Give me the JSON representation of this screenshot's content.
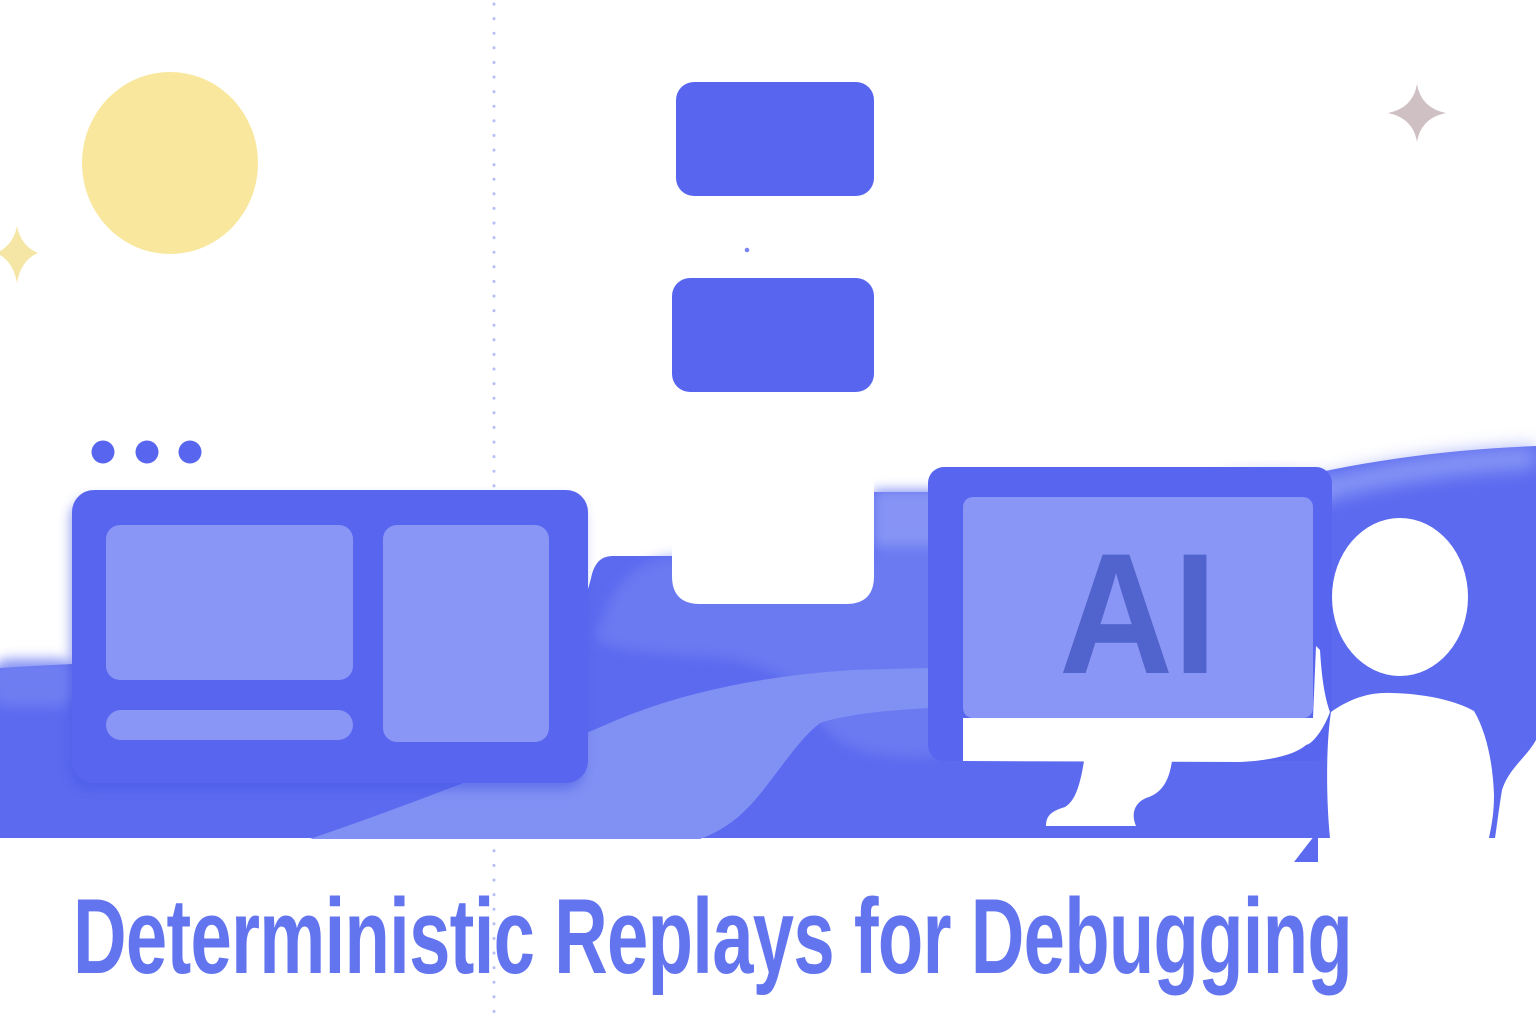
{
  "caption": {
    "title": "Deterministic Replays for Debugging"
  },
  "monitor": {
    "label": "AI"
  },
  "icons": {
    "sun": "filled-circle",
    "sparkle_left": "four-point-star",
    "sparkle_right": "four-point-star",
    "window_dots": "three-dots",
    "flow_blocks": "stacked-rounded-rectangles",
    "person": "silhouette-at-desk"
  },
  "colors": {
    "background": "#ffffff",
    "primary_blue": "#5866ef",
    "ground_blue": "#5b6aef",
    "panel_light": "#8a96f5",
    "road_light": "#8190f3",
    "overlay_light": "#7281f2",
    "highlight_light": "#93a0f7",
    "ai_text": "#5164ce",
    "title_text": "#6374ef",
    "sun_yellow": "#f8e79d",
    "sparkle_yellow": "#f6e6a6",
    "sparkle_pink": "#cfc0c3",
    "dotline": "#9aa5f3"
  }
}
